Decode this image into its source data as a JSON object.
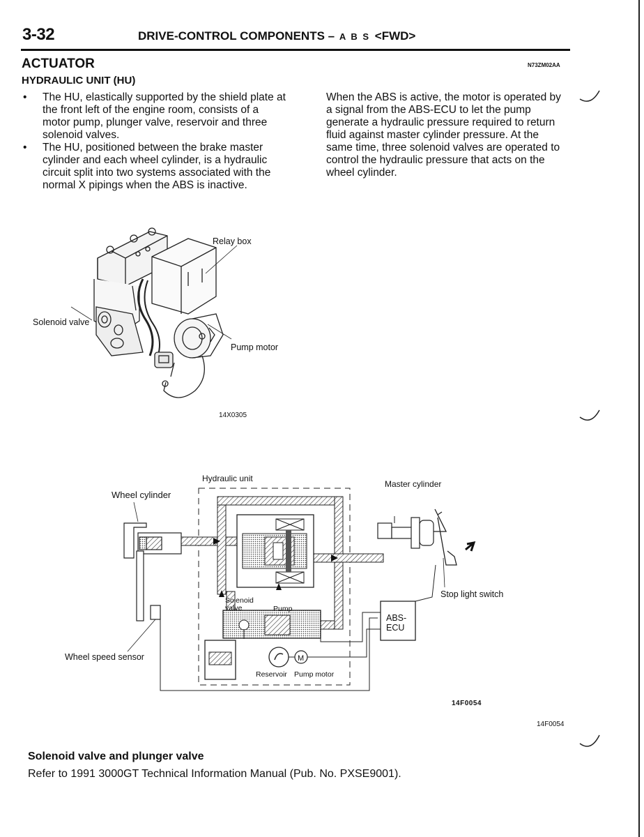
{
  "header": {
    "page_number": "3-32",
    "title_main": "DRIVE-CONTROL COMPONENTS –",
    "title_abs": "A B S",
    "title_suffix": "<FWD>"
  },
  "section": {
    "title": "ACTUATOR",
    "code": "N73ZM02AA",
    "subtitle": "HYDRAULIC UNIT (HU)"
  },
  "bullets": [
    "The HU, elastically supported by the shield plate at the front left of the engine room, consists of a motor pump, plunger valve, reservoir and three solenoid valves.",
    "The HU, positioned between the brake master cylinder and each wheel cylinder, is a hydraulic circuit split into two systems associated with the normal X pipings when the ABS is inactive."
  ],
  "right_paragraph": "When the ABS is active, the motor is operated by a signal from the ABS-ECU to let the pump generate a hydraulic pressure required to return fluid against master cylinder pressure. At the same time, three solenoid valves are operated to control the hydraulic pressure that acts on the wheel cylinder.",
  "figure1": {
    "labels": {
      "relay_box": "Relay box",
      "solenoid_valve": "Solenoid valve",
      "pump_motor": "Pump motor"
    },
    "code": "14X0305"
  },
  "figure2": {
    "labels": {
      "hydraulic_unit": "Hydraulic unit",
      "master_cylinder": "Master cylinder",
      "wheel_cylinder": "Wheel cylinder",
      "stop_light_switch": "Stop light switch",
      "solenoid": "Solenoid",
      "valve": "valve",
      "pump": "Pump",
      "abs": "ABS-",
      "ecu": "ECU",
      "wheel_speed_sensor": "Wheel speed sensor",
      "reservoir": "Reservoir",
      "pump_motor": "Pump motor",
      "motor_symbol": "M"
    },
    "code_inner": "14F0054",
    "code_outer": "14F0054"
  },
  "bottom": {
    "title": "Solenoid valve and plunger valve",
    "text": "Refer to 1991 3000GT Technical Information Manual (Pub. No. PXSE9001)."
  }
}
